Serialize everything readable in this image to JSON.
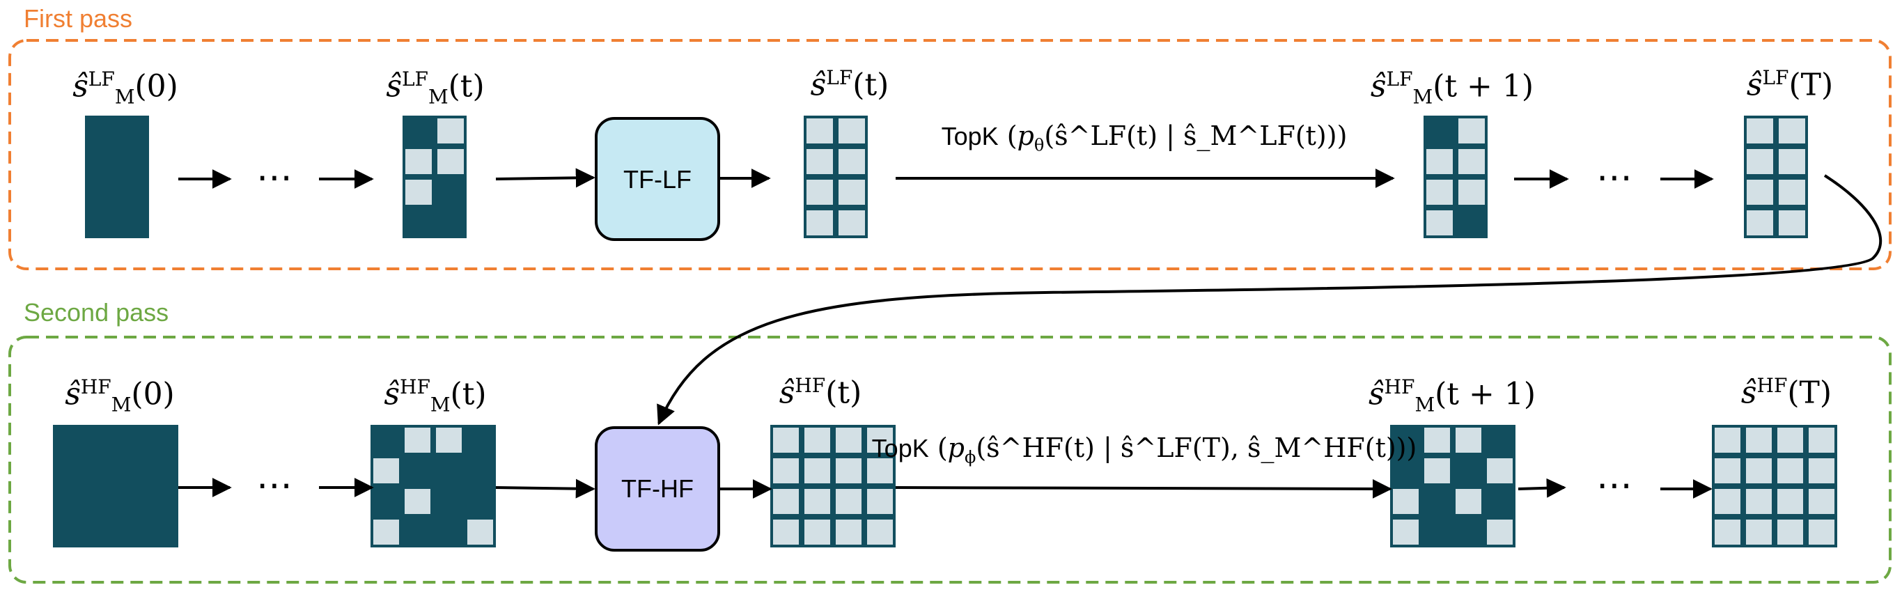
{
  "colors": {
    "first_pass": "#F07F32",
    "second_pass": "#6DA843",
    "dark_cell": "#124E5E",
    "light_cell": "#D3E0E5",
    "tf_lf_fill": "#C6E9F3",
    "tf_hf_fill": "#CACBFA",
    "arrow": "#000000"
  },
  "first_pass": {
    "title": "First pass",
    "labels": {
      "s0": {
        "sup": "LF",
        "sub": "M",
        "arg": "(0)"
      },
      "st": {
        "sup": "LF",
        "sub": "M",
        "arg": "(t)"
      },
      "shat": {
        "sup": "LF",
        "sub": "",
        "arg": "(t)"
      },
      "st1": {
        "sup": "LF",
        "sub": "M",
        "arg": "(t + 1)"
      },
      "sT": {
        "sup": "LF",
        "sub": "",
        "arg": "(T)"
      }
    },
    "model_label": "TF-LF",
    "topk": {
      "word": "TopK",
      "dist": "p",
      "dist_sub": "θ",
      "body": "ŝ^LF(t) | ŝ_M^LF(t)"
    },
    "ellipsis": "⋯"
  },
  "second_pass": {
    "title": "Second pass",
    "labels": {
      "s0": {
        "sup": "HF",
        "sub": "M",
        "arg": "(0)"
      },
      "st": {
        "sup": "HF",
        "sub": "M",
        "arg": "(t)"
      },
      "shat": {
        "sup": "HF",
        "sub": "",
        "arg": "(t)"
      },
      "st1": {
        "sup": "HF",
        "sub": "M",
        "arg": "(t + 1)"
      },
      "sT": {
        "sup": "HF",
        "sub": "",
        "arg": "(T)"
      }
    },
    "model_label": "TF-HF",
    "topk": {
      "word": "TopK",
      "dist": "p",
      "dist_sub": "ϕ",
      "body": "ŝ^HF(t) | ŝ^LF(T), ŝ_M^HF(t)"
    },
    "ellipsis": "⋯"
  },
  "grids": {
    "lf_mask0": {
      "rows": 4,
      "cols": 2,
      "light": []
    },
    "lf_mask_t": {
      "rows": 4,
      "cols": 2,
      "light": [
        [
          0,
          1
        ],
        [
          1,
          0
        ],
        [
          1,
          1
        ],
        [
          2,
          0
        ]
      ]
    },
    "lf_full_t": {
      "rows": 4,
      "cols": 2,
      "light": "all"
    },
    "lf_mask_t1": {
      "rows": 4,
      "cols": 2,
      "light": [
        [
          0,
          1
        ],
        [
          1,
          0
        ],
        [
          1,
          1
        ],
        [
          2,
          0
        ],
        [
          2,
          1
        ],
        [
          3,
          0
        ]
      ]
    },
    "lf_full_T": {
      "rows": 4,
      "cols": 2,
      "light": "all"
    },
    "hf_mask0": {
      "rows": 4,
      "cols": 4,
      "light": []
    },
    "hf_mask_t": {
      "rows": 4,
      "cols": 4,
      "light": [
        [
          0,
          1
        ],
        [
          0,
          2
        ],
        [
          1,
          0
        ],
        [
          2,
          1
        ],
        [
          3,
          0
        ],
        [
          3,
          3
        ]
      ]
    },
    "hf_full_t": {
      "rows": 4,
      "cols": 4,
      "light": "all"
    },
    "hf_mask_t1": {
      "rows": 4,
      "cols": 4,
      "light": [
        [
          0,
          1
        ],
        [
          0,
          2
        ],
        [
          1,
          1
        ],
        [
          1,
          3
        ],
        [
          2,
          0
        ],
        [
          2,
          2
        ],
        [
          3,
          0
        ],
        [
          3,
          3
        ]
      ]
    },
    "hf_full_T": {
      "rows": 4,
      "cols": 4,
      "light": "all"
    }
  }
}
